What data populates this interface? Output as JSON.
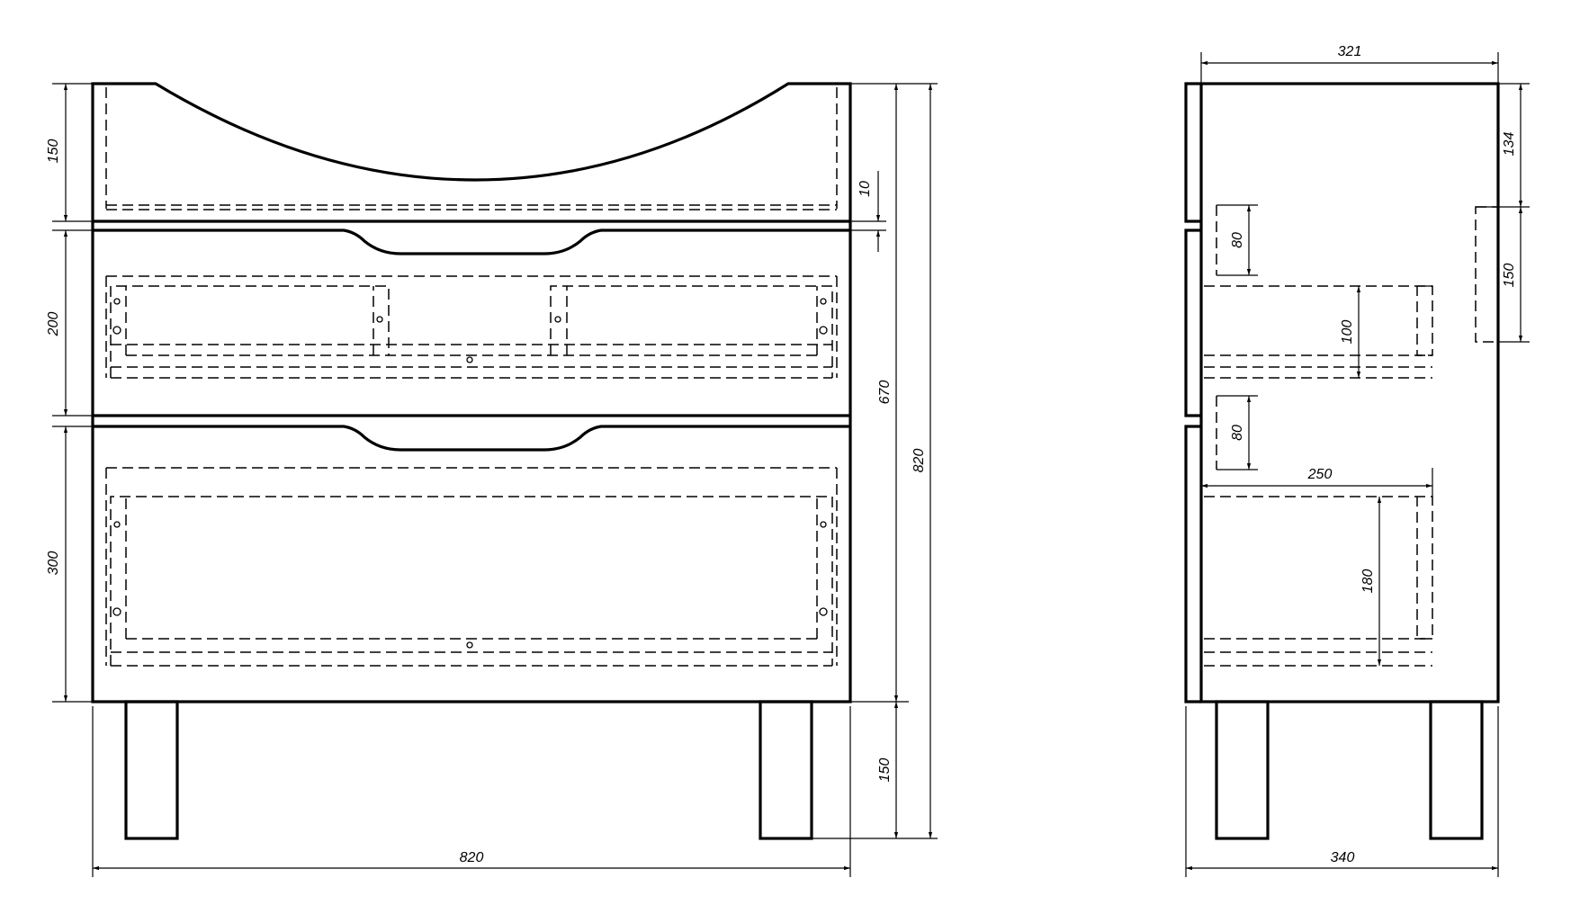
{
  "front_view": {
    "dim_top_panel": "150",
    "dim_gap": "10",
    "dim_drawer_upper": "200",
    "dim_drawer_lower": "300",
    "dim_body": "670",
    "dim_total_height": "820",
    "dim_legs": "150",
    "dim_width": "820"
  },
  "side_view": {
    "dim_top_depth": "321",
    "dim_top_offset": "134",
    "dim_back_panel": "150",
    "dim_front_gap_upper": "80",
    "dim_drawer_upper_height": "100",
    "dim_front_gap_lower": "80",
    "dim_drawer_depth": "250",
    "dim_drawer_lower_height": "180",
    "dim_total_depth": "340"
  }
}
